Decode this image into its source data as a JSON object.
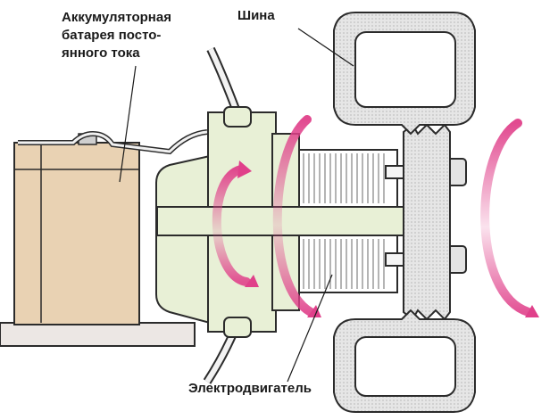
{
  "labels": {
    "battery_line1": "Аккумуляторная",
    "battery_line2": "батарея посто-",
    "battery_line3": "янного тока",
    "tire": "Шина",
    "electric_motor": "Электродвигатель"
  },
  "colors": {
    "motor_housing": "#e8f0d6",
    "battery_body": "#e9d2b3",
    "wheel_rim": "#e3e3e3",
    "rotation_arrow": "#e0408a",
    "outline": "#2b2b2b"
  },
  "icons": {
    "rotation_arrows": "curved-rotation-arrow"
  }
}
